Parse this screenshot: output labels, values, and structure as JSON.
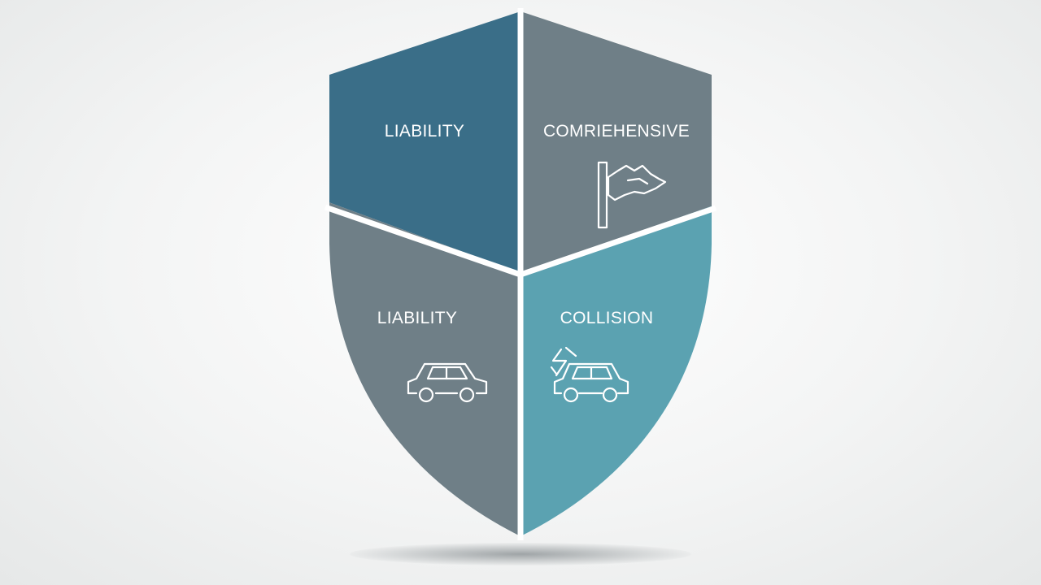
{
  "segments": {
    "top_left": {
      "label": "LIABILITY",
      "color": "#3a6e88"
    },
    "top_right": {
      "label": "COMRIEHENSIVE",
      "color": "#6f7f87",
      "icon": "flag-icon"
    },
    "bottom_left": {
      "label": "LIABILITY",
      "color": "#6f7f87",
      "icon": "car-icon"
    },
    "bottom_right": {
      "label": "COLLISION",
      "color": "#5ba2b1",
      "icon": "car-collision-icon"
    }
  },
  "colors": {
    "divider": "#ffffff",
    "background": "#f3f4f4"
  }
}
